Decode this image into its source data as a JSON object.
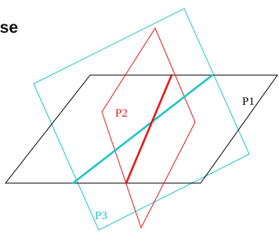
{
  "title": "ase",
  "planes": [
    {
      "label": "P1",
      "color": "#000000"
    },
    {
      "label": "P2",
      "color": "#e41a1a"
    },
    {
      "label": "P3",
      "color": "#21c4c8"
    }
  ],
  "intersection_lines": [
    {
      "planes": [
        "P1",
        "P3"
      ],
      "color": "#21c4c8"
    },
    {
      "planes": [
        "P1",
        "P2"
      ],
      "color": "#e41a1a"
    }
  ]
}
